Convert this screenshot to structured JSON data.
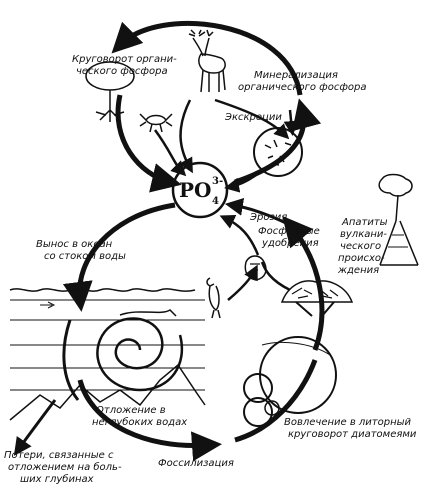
{
  "labels": {
    "organic_cycle": [
      "Круговорот органи-",
      "ческого фосфора"
    ],
    "mineralization": [
      "Минерализация",
      "органического фосфора"
    ],
    "excretion": "Экскреции",
    "phosphate": {
      "main": "PO",
      "superscript": "3-",
      "subscript": "4"
    },
    "erosion": "Эрозия",
    "fertilizers": [
      "Фосфорные",
      "удобрения"
    ],
    "apatites": [
      "Апатиты",
      "вулкани-",
      "ческого",
      "происхо-",
      "ждения"
    ],
    "runoff": [
      "Вынос в океан",
      "со стоком воды"
    ],
    "shallow_deposit": [
      "Отложение в",
      "неглубоких водах"
    ],
    "diatoms": [
      "Вовлечение в литорный",
      "круговорот диатомеями"
    ],
    "losses": [
      "Потери, связанные с",
      "отложением на боль-",
      "ших глубинах"
    ],
    "fossilization": "Фоссилизация"
  }
}
